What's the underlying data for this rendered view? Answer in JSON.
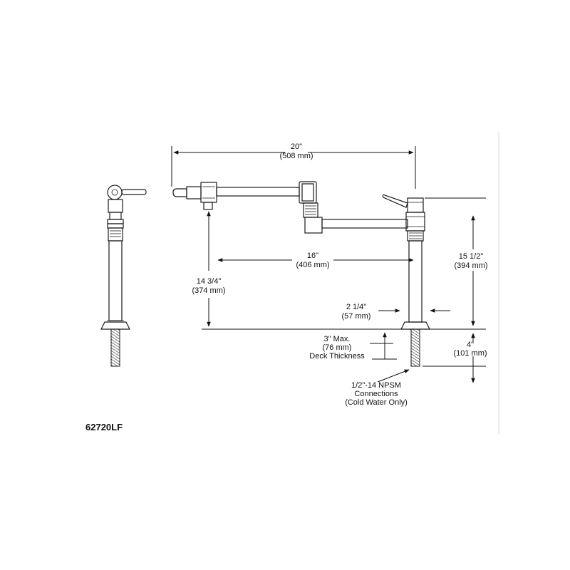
{
  "model": "62720LF",
  "dimensions": {
    "overall_reach": [
      "20\"",
      "(508 mm)"
    ],
    "arm_reach": [
      "16\"",
      "(406 mm)"
    ],
    "spout_height": [
      "14 3/4\"",
      "(374 mm)"
    ],
    "overall_height": [
      "15 1/2\"",
      "(394 mm)"
    ],
    "base_diameter": [
      "2 1/4\"",
      "(57 mm)"
    ],
    "deck_thickness": [
      "3\" Max.",
      "(76 mm)",
      "Deck Thickness"
    ],
    "shank_length": [
      "4\"",
      "(101 mm)"
    ],
    "connections": [
      "1/2\"-14 NPSM",
      "Connections",
      "(Cold Water Only)"
    ]
  },
  "colors": {
    "line": "#1a1a1a",
    "border": "#d8d8d8"
  }
}
